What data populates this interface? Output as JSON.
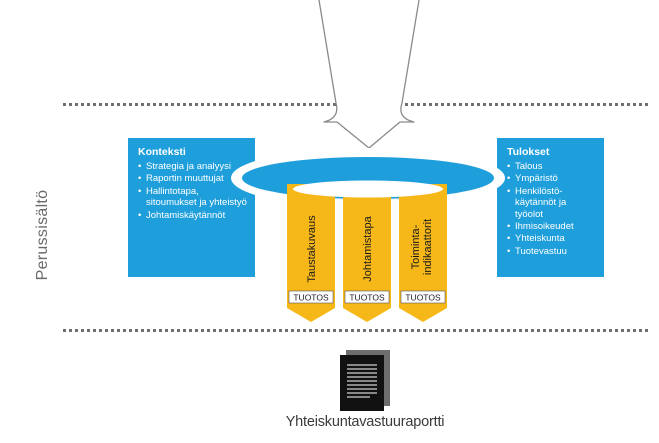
{
  "side_label": "Perussisältö",
  "context_box": {
    "title": "Konteksti",
    "items": [
      "Strategia ja analyysi",
      "Raportin muuttujat",
      "Hallintotapa, sitoumukset ja yhteistyö",
      "Johtamiskäytännöt"
    ]
  },
  "results_box": {
    "title": "Tulokset",
    "items": [
      "Talous",
      "Ympäristö",
      "Henkilöstö-käytännöt ja työolot",
      "Ihmisoikeudet",
      "Yhteiskunta",
      "Tuotevastuu"
    ]
  },
  "pillars": [
    {
      "label": "Taustakuvaus",
      "output": "TUOTOS"
    },
    {
      "label": "Johtamistapa",
      "output": "TUOTOS"
    },
    {
      "label_line1": "Toiminta-",
      "label_line2": "indikaattorit",
      "output": "TUOTOS"
    }
  ],
  "report_label": "Yhteiskuntavastuuraportti",
  "colors": {
    "blue": "#1e9fdb",
    "orange": "#f6b719",
    "dots": "#6f6f6f",
    "arrow_outline": "#8a8a8a"
  }
}
